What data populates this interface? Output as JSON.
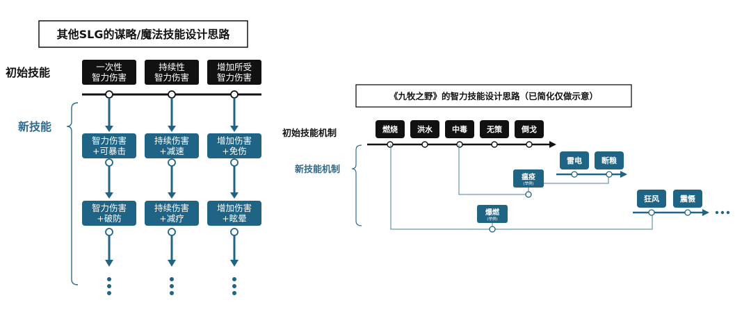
{
  "left": {
    "title": "其他SLG的谋略/魔法技能设计思路",
    "initial_label": "初始技能",
    "new_label": "新技能",
    "initial_skills": [
      [
        "一次性",
        "智力伤害"
      ],
      [
        "持续性",
        "智力伤害"
      ],
      [
        "增加所受",
        "智力伤害"
      ]
    ],
    "tier1": [
      [
        "智力伤害",
        "+可暴击"
      ],
      [
        "持续伤害",
        "+减速"
      ],
      [
        "增加伤害",
        "+免伤"
      ]
    ],
    "tier2": [
      [
        "智力伤害",
        "+破防"
      ],
      [
        "持续伤害",
        "+减疗"
      ],
      [
        "增加伤害",
        "+眩晕"
      ]
    ]
  },
  "right": {
    "title": "《九牧之野》的智力技能设计思路（已简化仅做示意）",
    "initial_label": "初始技能机制",
    "new_label": "新技能机制",
    "initial_skills": [
      "燃烧",
      "洪水",
      "中毒",
      "无策",
      "倒戈"
    ],
    "plague": {
      "name": "瘟疫",
      "note": "(举例)"
    },
    "plague_children": [
      "雷电",
      "断粮"
    ],
    "explode": {
      "name": "爆燃",
      "note": "(举例)"
    },
    "explode_children": [
      "狂风",
      "震慑"
    ]
  },
  "colors": {
    "teal": "#1f6385",
    "black": "#111111",
    "label_blue": "#2e6a8e"
  }
}
